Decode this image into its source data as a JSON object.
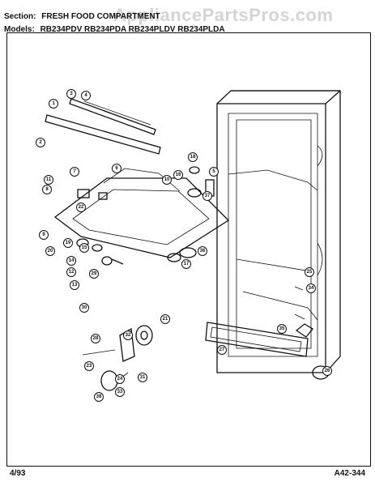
{
  "header": {
    "section_label": "Section:",
    "section_value": "FRESH FOOD COMPARTMENT",
    "models_label": "Models:",
    "models_value": "RB234PDV  RB234PDA  RB234PLDV  RB234PLDA"
  },
  "watermark": "AppliancePartsPros.com",
  "footer": {
    "date": "4/93",
    "page_id": "A42-344"
  },
  "callouts": [
    "1",
    "2",
    "3",
    "4",
    "5",
    "6",
    "7",
    "8",
    "9",
    "10",
    "11",
    "12",
    "13",
    "14",
    "15",
    "16",
    "17",
    "18",
    "19",
    "20",
    "21",
    "22",
    "23",
    "24",
    "25",
    "26",
    "27",
    "28",
    "29",
    "30",
    "31",
    "32",
    "33",
    "34",
    "35",
    "36",
    "37",
    "38"
  ]
}
